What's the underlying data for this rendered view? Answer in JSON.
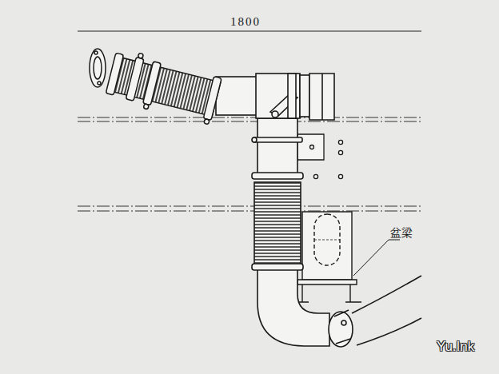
{
  "diagram": {
    "labels": [
      "1800",
      "盆梁",
      "Yu.Ink"
    ]
  }
}
